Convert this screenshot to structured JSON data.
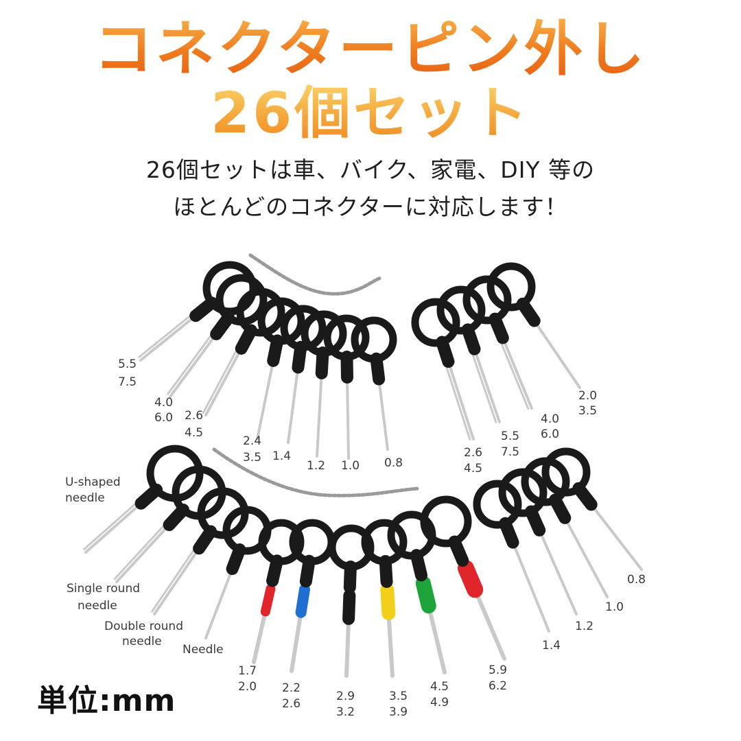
{
  "title": {
    "line1": "コネクターピン外し",
    "line2": "26個セット"
  },
  "description": {
    "line1": "26個セットは車、バイク、家電、DIY 等の",
    "line2": "ほとんどのコネクターに対応します！"
  },
  "unit_label": "単位:mm",
  "colors": {
    "title_orange": "#ee7a1c",
    "title_yellow": "#f4a236",
    "handle": "#1a1a1a",
    "pin": "#c9c9c9"
  },
  "top_left_group": {
    "labels": [
      [
        "5.5",
        "7.5"
      ],
      [
        "4.0",
        "6.0"
      ],
      [
        "2.6",
        "4.5"
      ],
      [
        "2.4",
        "3.5"
      ],
      [
        "1.4"
      ],
      [
        "1.2"
      ],
      [
        "1.0"
      ],
      [
        "0.8"
      ]
    ]
  },
  "top_right_group": {
    "labels": [
      [
        "2.6",
        "4.5"
      ],
      [
        "5.5",
        "7.5"
      ],
      [
        "4.0",
        "6.0"
      ],
      [
        "2.0",
        "3.5"
      ]
    ]
  },
  "bottom_left_group": {
    "type_labels": [
      [
        "U-shaped",
        "needle"
      ],
      [
        "Single round",
        "needle"
      ],
      [
        "Double round",
        "needle"
      ],
      [
        "Needle"
      ]
    ],
    "labels": [
      [
        "1.7",
        "2.0"
      ],
      [
        "2.2",
        "2.6"
      ],
      [
        "2.9",
        "3.2"
      ],
      [
        "3.5",
        "3.9"
      ],
      [
        "4.5",
        "4.9"
      ],
      [
        "5.9",
        "6.2"
      ]
    ],
    "tip_colors": [
      "#e0262a",
      "#1f6fd0",
      "#1a1a1a",
      "#f2d01a",
      "#1fa33b",
      "#e0262a"
    ]
  },
  "bottom_right_group": {
    "labels": [
      [
        "1.4"
      ],
      [
        "1.2"
      ],
      [
        "1.0"
      ],
      [
        "0.8"
      ]
    ]
  }
}
